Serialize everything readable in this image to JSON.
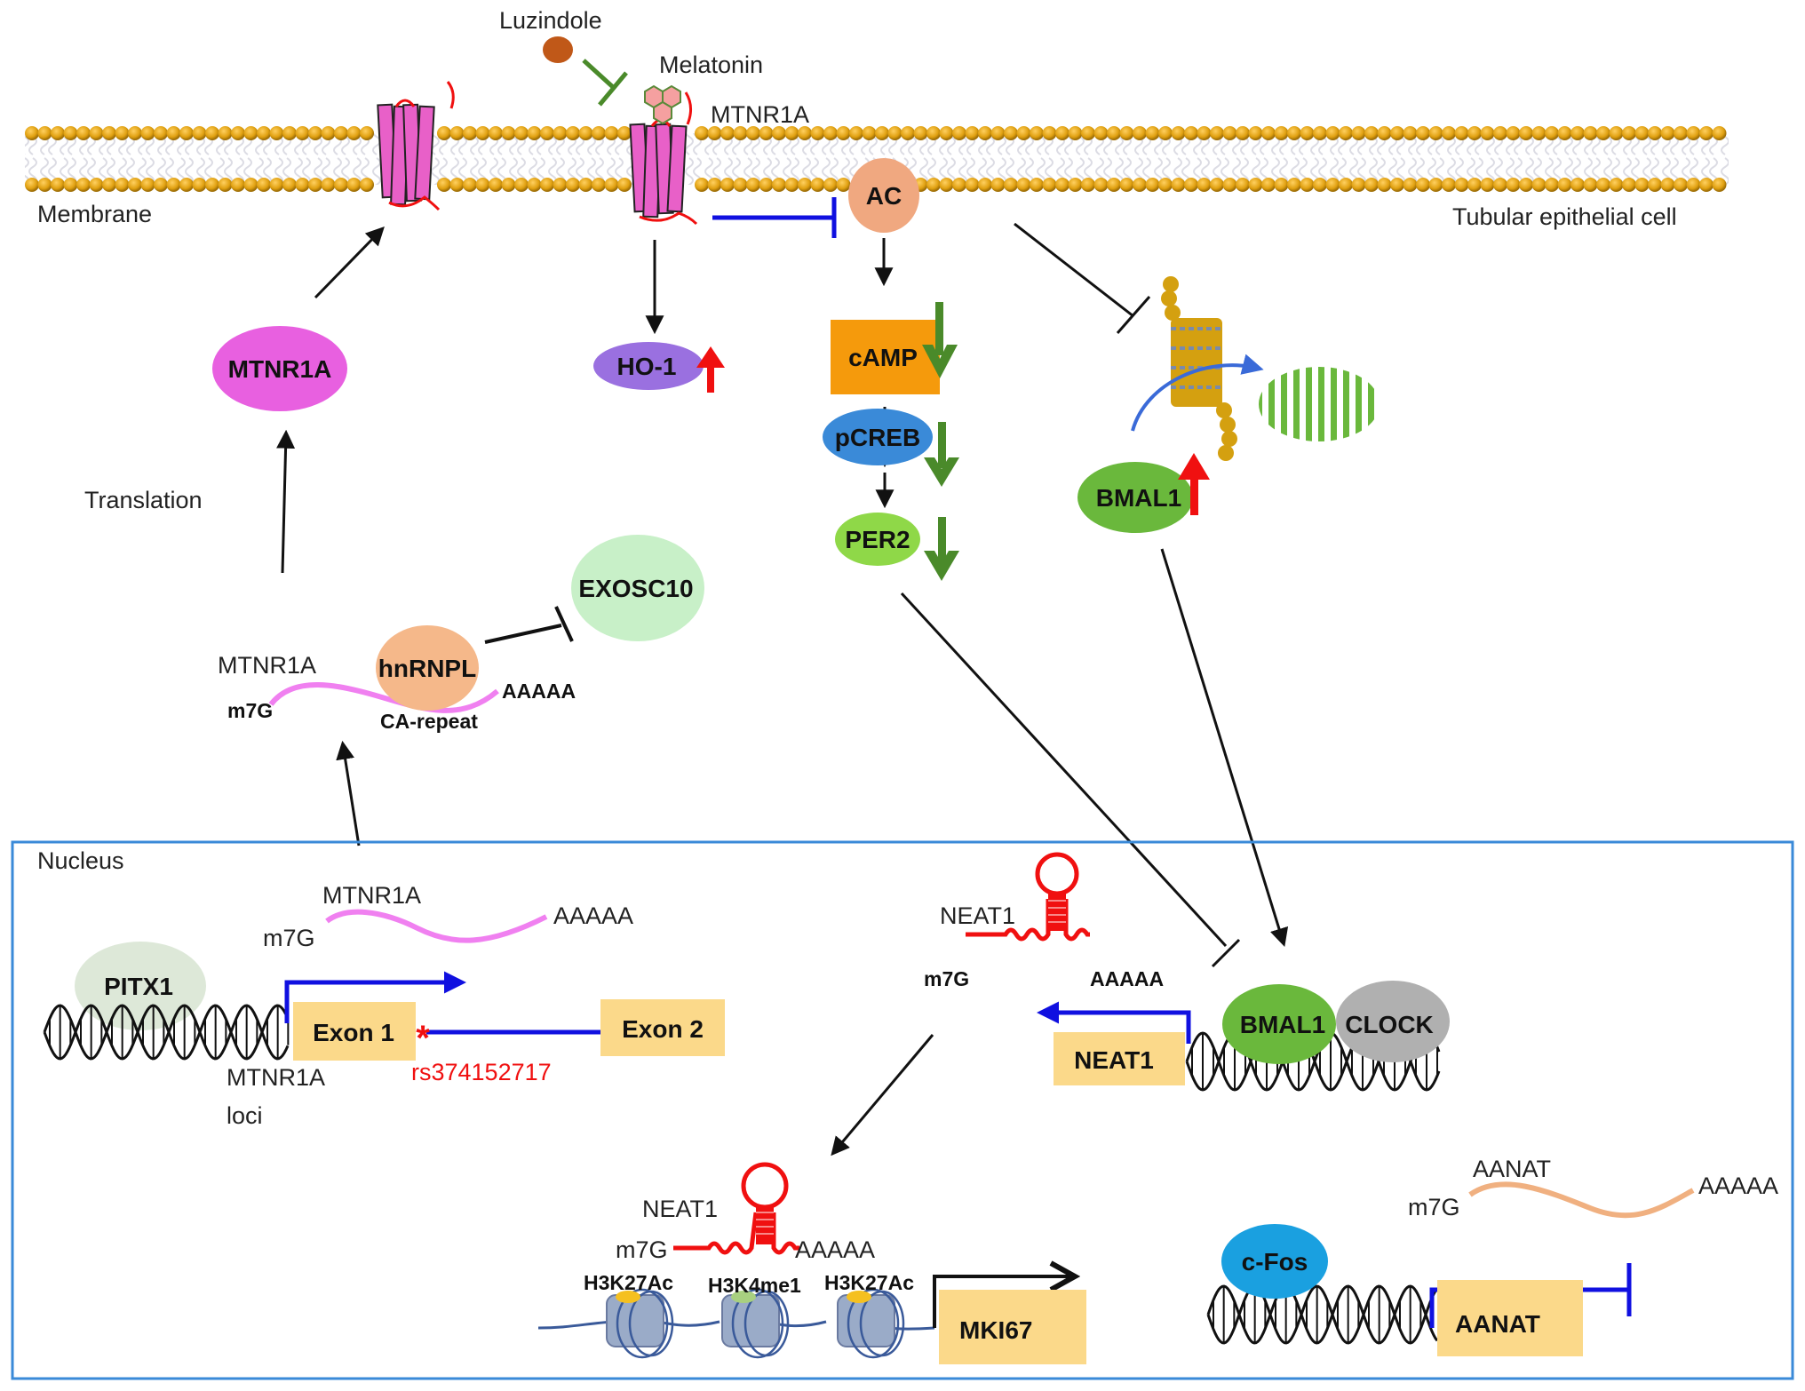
{
  "figure": {
    "cell_label": "Tubular epithelial cell",
    "membrane_label": "Membrane",
    "nucleus_label": "Nucleus",
    "translation_label": "Translation"
  },
  "membrane": {
    "luzindole": "Luzindole",
    "melatonin": "Melatonin",
    "receptor_label": "MTNR1A",
    "ac": "AC"
  },
  "cytoplasm": {
    "mtnr1a_protein": "MTNR1A",
    "ho1": "HO-1",
    "camp": "cAMP",
    "pcreb": "pCREB",
    "per2": "PER2",
    "bmal1": "BMAL1",
    "exosc10": "EXOSC10",
    "hnrnpl": "hnRNPL",
    "mrna_label": "MTNR1A",
    "mrna_cap": "m7G",
    "mrna_tail": "AAAAA",
    "ca_repeat": "CA-repeat"
  },
  "regulation": {
    "ho1": "up",
    "camp": "down",
    "pcreb": "down",
    "per2": "down",
    "bmal1": "up"
  },
  "nucleus": {
    "mtnr1a_gene": {
      "mrna_label": "MTNR1A",
      "mrna_cap": "m7G",
      "mrna_tail": "AAAAA",
      "tf": "PITX1",
      "exon1": "Exon 1",
      "exon2": "Exon 2",
      "snp": "rs374152717",
      "loci_line1": "MTNR1A",
      "loci_line2": "loci"
    },
    "neat1_gene": {
      "rna_label": "NEAT1",
      "rna_cap": "m7G",
      "rna_tail": "AAAAA",
      "gene": "NEAT1",
      "tf1": "BMAL1",
      "tf2": "CLOCK"
    },
    "mki67_gene": {
      "rna_label": "NEAT1",
      "rna_cap": "m7G",
      "rna_tail": "AAAAA",
      "marks": [
        "H3K27Ac",
        "H3K4me1",
        "H3K27Ac"
      ],
      "gene": "MKI67"
    },
    "aanat_gene": {
      "mrna_label": "AANAT",
      "mrna_cap": "m7G",
      "mrna_tail": "AAAAA",
      "tf": "c-Fos",
      "gene": "AANAT"
    }
  },
  "colors": {
    "membrane_head": "#e0a010",
    "receptor": "#e860c8",
    "ac": "#f0a880",
    "camp": "#f59a0c",
    "pcreb": "#3a8ad8",
    "per2": "#8fd848",
    "bmal1": "#6ab83c",
    "clock": "#b0b0b0",
    "ho1": "#9a70e0",
    "mtnr1a": "#e860e0",
    "exosc10": "#c8f0c8",
    "hnrnpl": "#f5b88a",
    "pitx1": "#dde8d8",
    "cfos": "#1aa0e0",
    "exon": "#fbd98a",
    "inhibit_blue": "#1010e0",
    "up_arrow": "#f01010",
    "down_arrow": "#4a8a2a",
    "nucleus_border": "#3a8ad8",
    "rna_red": "#f01010",
    "mrna_pink": "#f080f0",
    "mrna_peach": "#f0b080"
  }
}
